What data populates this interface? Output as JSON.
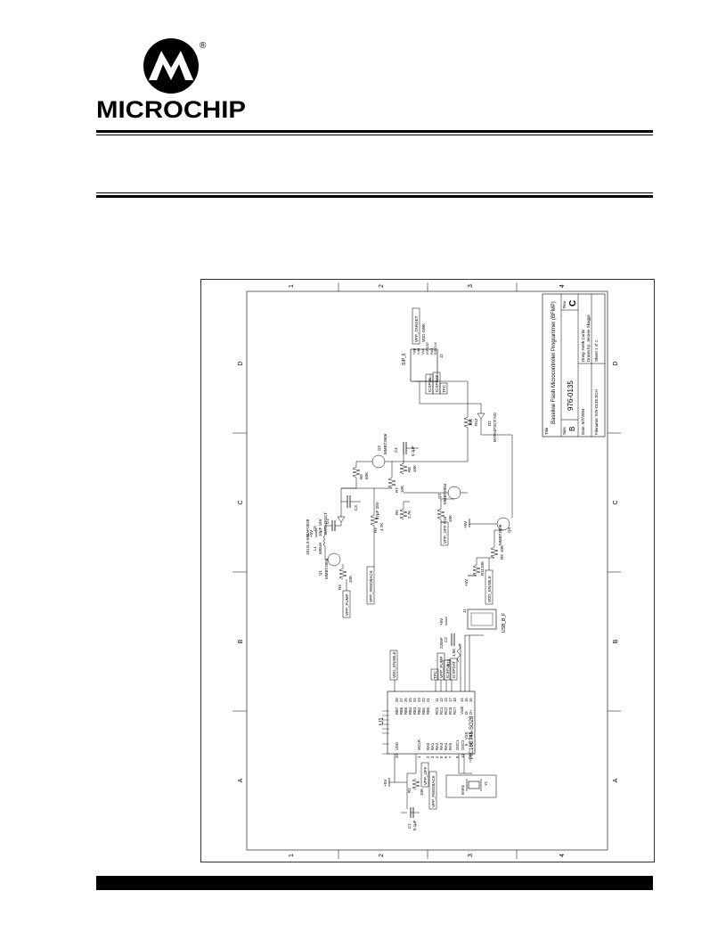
{
  "header": {
    "company": "MICROCHIP",
    "registered_mark": "®"
  },
  "schematic": {
    "title_block": {
      "title_label": "Title",
      "title": "Baseline Flash Microcontroller Programmer (BFMP)",
      "size_label": "Size",
      "size": "B",
      "number": "976-0135",
      "rev_label": "Rev",
      "rev": "C",
      "date": "Date: 8/7/2004",
      "file": "Filename: 976-0135.SCH",
      "drawn": "Drawn by: Jerome Skaggs",
      "drawing": "Drwg: Keith Curtis",
      "sheet": "Sheet 1 of 1"
    },
    "border_numbers": [
      "1",
      "2",
      "3",
      "4"
    ],
    "border_letters": [
      "A",
      "B",
      "C",
      "D"
    ],
    "u1": {
      "ref": "U1",
      "part": "PIC16C745-SO28",
      "left_pins": [
        {
          "num": "20",
          "name": "VDD"
        },
        {
          "num": "1",
          "name": "MCLR"
        },
        {
          "num": "2",
          "name": "RA0"
        },
        {
          "num": "3",
          "name": "RA1"
        },
        {
          "num": "4",
          "name": "RA2"
        },
        {
          "num": "5",
          "name": "RA3"
        },
        {
          "num": "6",
          "name": "RA4"
        },
        {
          "num": "7",
          "name": "RA5"
        },
        {
          "num": "9",
          "name": "OSC1"
        },
        {
          "num": "10",
          "name": "OSC2"
        },
        {
          "num": "8",
          "name": "VSS"
        },
        {
          "num": "19",
          "name": "VSS"
        }
      ],
      "right_pins": [
        {
          "num": "28",
          "name": "RB7"
        },
        {
          "num": "27",
          "name": "RB6"
        },
        {
          "num": "26",
          "name": "RB5"
        },
        {
          "num": "25",
          "name": "RB4"
        },
        {
          "num": "24",
          "name": "RB3"
        },
        {
          "num": "23",
          "name": "RB2"
        },
        {
          "num": "22",
          "name": "RB1"
        },
        {
          "num": "21",
          "name": "RB0"
        },
        {
          "num": "11",
          "name": "RC0"
        },
        {
          "num": "12",
          "name": "RC1"
        },
        {
          "num": "13",
          "name": "RC2"
        },
        {
          "num": "17",
          "name": "RC6"
        },
        {
          "num": "18",
          "name": "RC7"
        },
        {
          "num": "14",
          "name": "Vusb"
        },
        {
          "num": "15",
          "name": "D-"
        },
        {
          "num": "16",
          "name": "D+"
        }
      ]
    },
    "net_labels": {
      "vdd_enable_u1": "VDD_ENABLE",
      "vdd_enable_q4": "VDD_ENABLE",
      "tpc": "TPC",
      "vpp_pump_u1": "VPP_PUMP",
      "icsplk_u1": "ICSPLK",
      "icspdat_u1": "ICSPDAT",
      "vpp_off_u1": "VPP_OFF",
      "vpp_feedback_u1": "VPP_FEEDBACK",
      "vpp_pump_q1": "VPP_PUMP",
      "vpp_feedback_r4": "VPP_FEEDBACK",
      "vpp_off_q3": "VPP_OFF",
      "icsplk_j2": "ICSPLK",
      "icspdat_j2": "ICSPDAT",
      "tpc_j2": "TPC",
      "vpp_target": "VPP_TARGET",
      "vdd_swk": "VDD SWK"
    },
    "supplies": {
      "u1": "+5V",
      "c2": "+5V",
      "q1": "+5V",
      "r11": "+5V",
      "q4": "+5V"
    },
    "components": {
      "c1": "C1",
      "c1_val": "0.1µF",
      "r1": "R1",
      "r1_val": "10K",
      "y1": "Y1",
      "y1_val": "6MHz",
      "c2": "C2",
      "c2_val": "220nF",
      "r13": "R13",
      "r13_val": "1.5K",
      "j1": "J1",
      "j1_part": "USB_B_F",
      "l1": "L1",
      "l1_val": "680uH",
      "l1_part": "1812LS-684",
      "q1": "Q1",
      "q1_part": "MMBT3904",
      "r3": "R3",
      "r3_val": "10K",
      "c5": "C5",
      "c5_val": "10µF 16V",
      "c5_part": "CAP3528",
      "d1": "D1",
      "d1_part": "BAT54FSCT",
      "c3": "C3",
      "c3_val": "47µF 25V",
      "r4": "R4",
      "r4_val": "4.7K",
      "r5": "R5",
      "r5_val": "2.7K",
      "r5b": "R5",
      "r5b_val": "68K",
      "r7": "R7",
      "r7_val": "10K",
      "q2": "Q2",
      "q2_part": "MMBT3906",
      "r8": "R8",
      "r8_val": "10K",
      "c4": "C4",
      "c4_val": "0.1µF",
      "q3": "Q3",
      "q3_part": "MMBT3904",
      "r10": "R10",
      "r10_val": "10K",
      "q4": "Q4",
      "q4_part": "MMBT3906",
      "r9": "R9",
      "r9_val": "10K",
      "r11": "R11",
      "r11_val": "10K",
      "d2": "D2",
      "d2_part": "BAT54FSCT-ND",
      "r12": "R12",
      "r12_val": "10K",
      "j2": "J2",
      "j2_part": "SIP_6",
      "j2_pins": [
        "Vpp",
        "Vdd",
        "Vss",
        "ISPDAT",
        "RA1",
        "ISPCLK"
      ]
    }
  }
}
